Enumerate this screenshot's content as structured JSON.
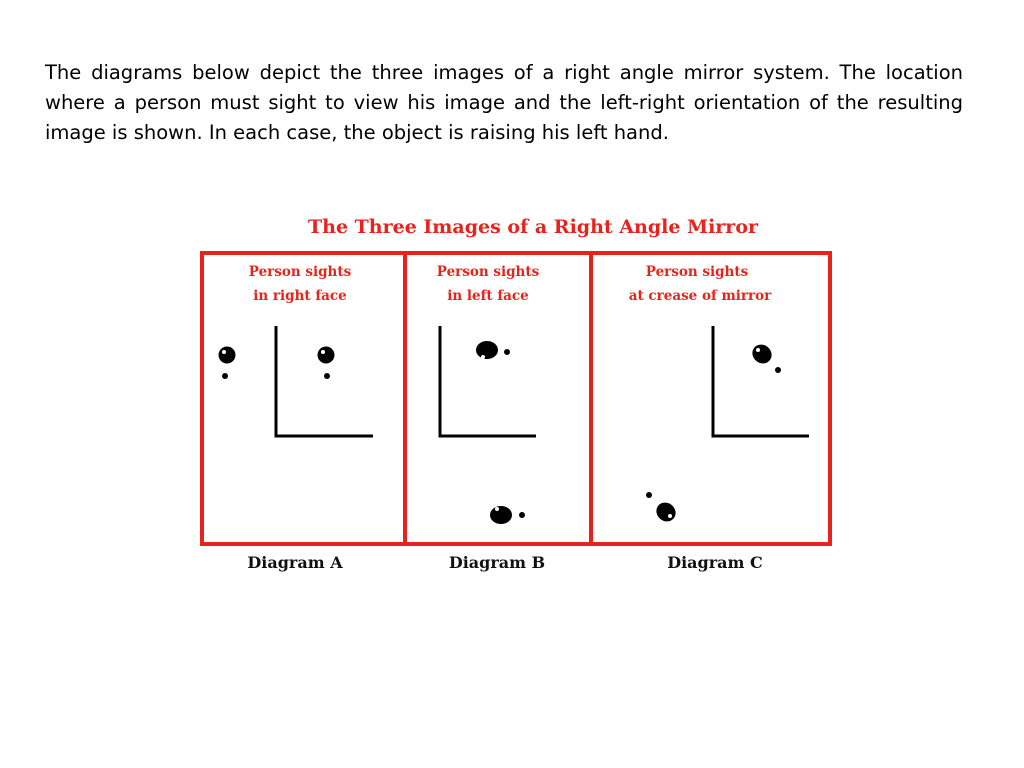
{
  "intro_text": "The diagrams below depict the three images of a right angle mirror system. The location where a person must sight to view his image and the left-right orientation of the resulting image is shown. In each case, the object is raising his left hand.",
  "figure": {
    "title": "The Three Images of a Right Angle Mirror",
    "frame_color": "#e8221c",
    "panels": [
      {
        "caption_line1": "Person sights",
        "caption_line2": "in right face",
        "label": "Diagram A"
      },
      {
        "caption_line1": "Person sights",
        "caption_line2": "in left face",
        "label": "Diagram B"
      },
      {
        "caption_line1": "Person sights",
        "caption_line2": "at crease of mirror",
        "label": "Diagram C"
      }
    ]
  }
}
